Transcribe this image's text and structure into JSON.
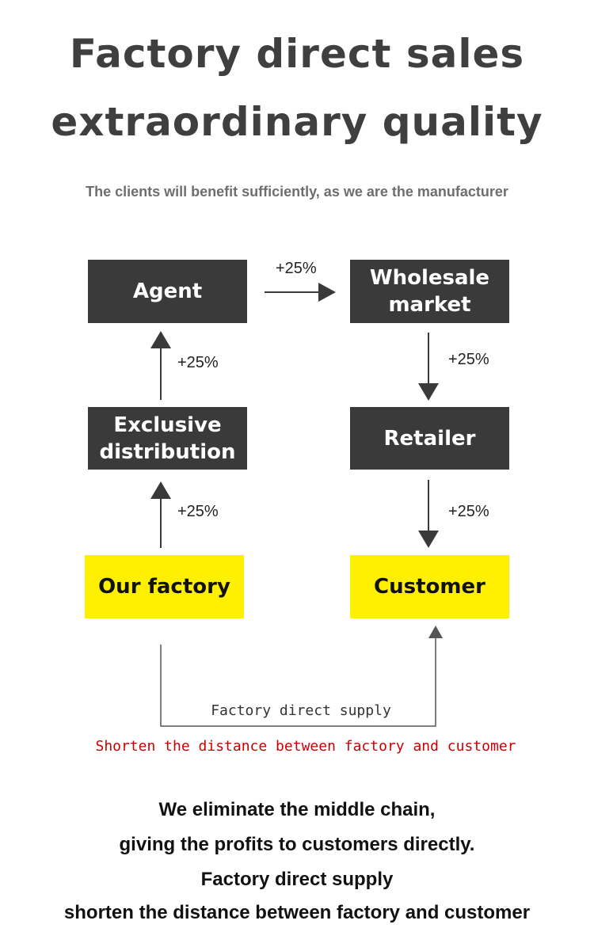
{
  "title": {
    "line1": "Factory direct sales",
    "line2": "extraordinary quality"
  },
  "subtitle": "The clients will benefit sufficiently, as we are the manufacturer",
  "diagram": {
    "nodes": {
      "agent": "Agent",
      "wholesale_line1": "Wholesale",
      "wholesale_line2": "market",
      "exclusive_line1": "Exclusive",
      "exclusive_line2": "distribution",
      "retailer": "Retailer",
      "our_factory": "Our factory",
      "customer": "Customer"
    },
    "edges": {
      "agent_to_wholesale": "+25%",
      "exclusive_to_agent": "+25%",
      "factory_to_exclusive": "+25%",
      "wholesale_to_retailer": "+25%",
      "retailer_to_customer": "+25%",
      "factory_to_customer": "Factory direct supply"
    },
    "colors": {
      "dark_box": "#3a3a3a",
      "highlight_box": "#ffef00",
      "accent_text": "#cc0000"
    }
  },
  "tagline": "Shorten the distance between factory and customer",
  "bottom": {
    "line1": "We eliminate the middle chain,",
    "line2": "giving the profits to customers directly.",
    "line3": "Factory direct supply",
    "line4": "shorten the distance between factory and customer"
  }
}
